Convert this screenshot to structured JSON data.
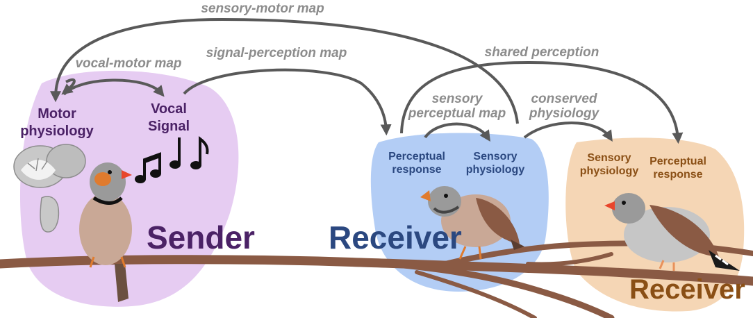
{
  "arrows": {
    "sensory_motor": "sensory-motor map",
    "vocal_motor": "vocal-motor map",
    "signal_perception": "signal-perception map",
    "shared_perception": "shared perception",
    "sensory_perceptual": [
      "sensory",
      "perceptual map"
    ],
    "conserved_physiology": [
      "conserved",
      "physiology"
    ]
  },
  "sender": {
    "label": "Sender",
    "motor_physiology": [
      "Motor",
      "physiology"
    ],
    "vocal_signal": [
      "Vocal",
      "Signal"
    ]
  },
  "receiver1": {
    "label": "Receiver",
    "perceptual_response": [
      "Perceptual",
      "response"
    ],
    "sensory_physiology": [
      "Sensory",
      "physiology"
    ]
  },
  "receiver2": {
    "label": "Receiver",
    "sensory_physiology": [
      "Sensory",
      "physiology"
    ],
    "perceptual_response": [
      "Perceptual",
      "response"
    ]
  },
  "colors": {
    "sender_bg": "#e6ccf2",
    "receiver1_bg": "#b3cdf5",
    "receiver2_bg": "#f5d6b5",
    "sender_text": "#4b2266",
    "receiver1_text": "#2b4880",
    "receiver2_text": "#8a4f15",
    "arrow": "#595959",
    "branch": "#8a5a44"
  },
  "icons": [
    "brain-icon",
    "music-notes-icon",
    "zebra-finch-icon"
  ]
}
